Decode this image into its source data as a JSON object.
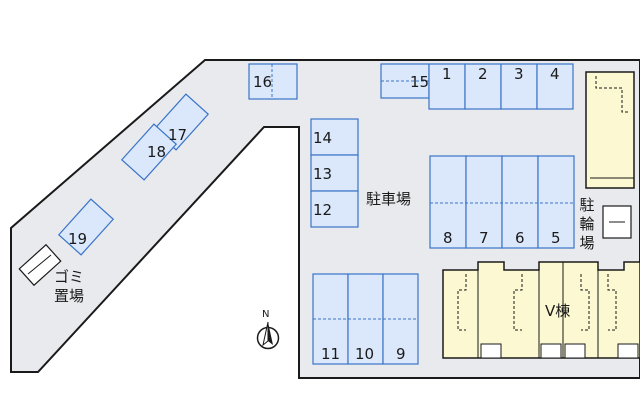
{
  "labels": {
    "parking": "駐車場",
    "building": "V棟",
    "bike_parking": "駐\n輪\n場",
    "garbage": "ゴミ\n置場",
    "north": "N"
  },
  "spaces": {
    "s1": "1",
    "s2": "2",
    "s3": "3",
    "s4": "4",
    "s5": "5",
    "s6": "6",
    "s7": "7",
    "s8": "8",
    "s9": "9",
    "s10": "10",
    "s11": "11",
    "s12": "12",
    "s13": "13",
    "s14": "14",
    "s15": "15",
    "s16": "16",
    "s17": "17",
    "s18": "18",
    "s19": "19"
  },
  "colors": {
    "lot": "#e9eaee",
    "space_fill": "#dbe8fb",
    "space_stroke": "#3a74c8",
    "building_fill": "#fbf8d2",
    "outline": "#1a1a1a"
  }
}
